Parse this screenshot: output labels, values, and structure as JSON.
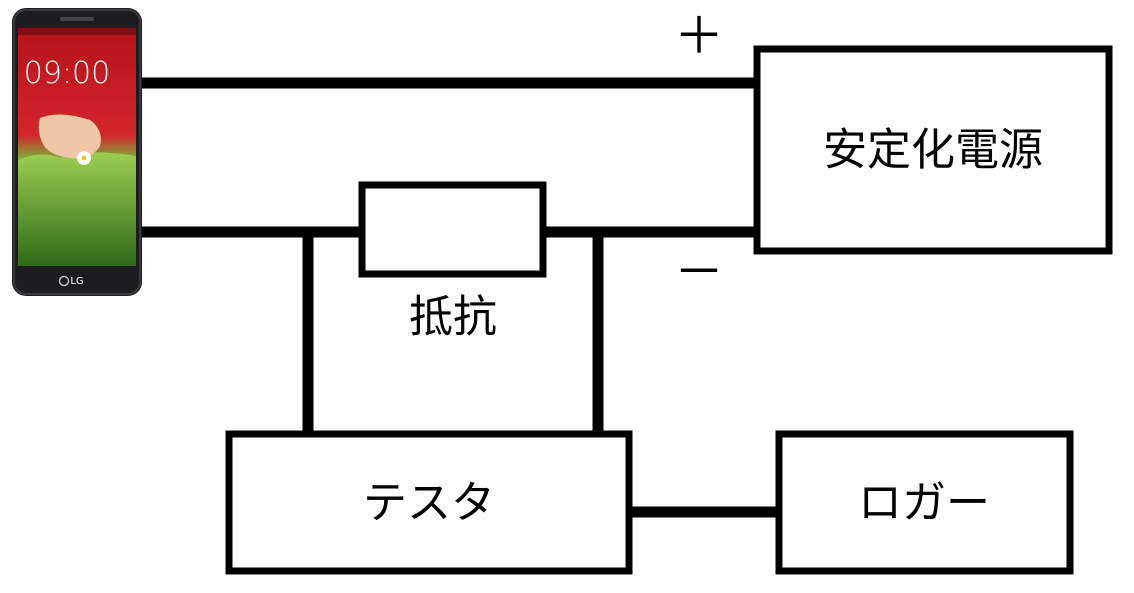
{
  "blocks": {
    "power_supply": "安定化電源",
    "resistor": "抵抗",
    "tester": "テスタ",
    "logger": "ロガー"
  },
  "polarity": {
    "plus": "＋",
    "minus": "－"
  },
  "phone": {
    "clock": "09:00",
    "brand": "LG"
  },
  "colors": {
    "line": "#000000",
    "background": "#ffffff",
    "phone_body": "#1c1c1e",
    "screen_red": "#c8161d",
    "screen_green": "#6aa532"
  }
}
